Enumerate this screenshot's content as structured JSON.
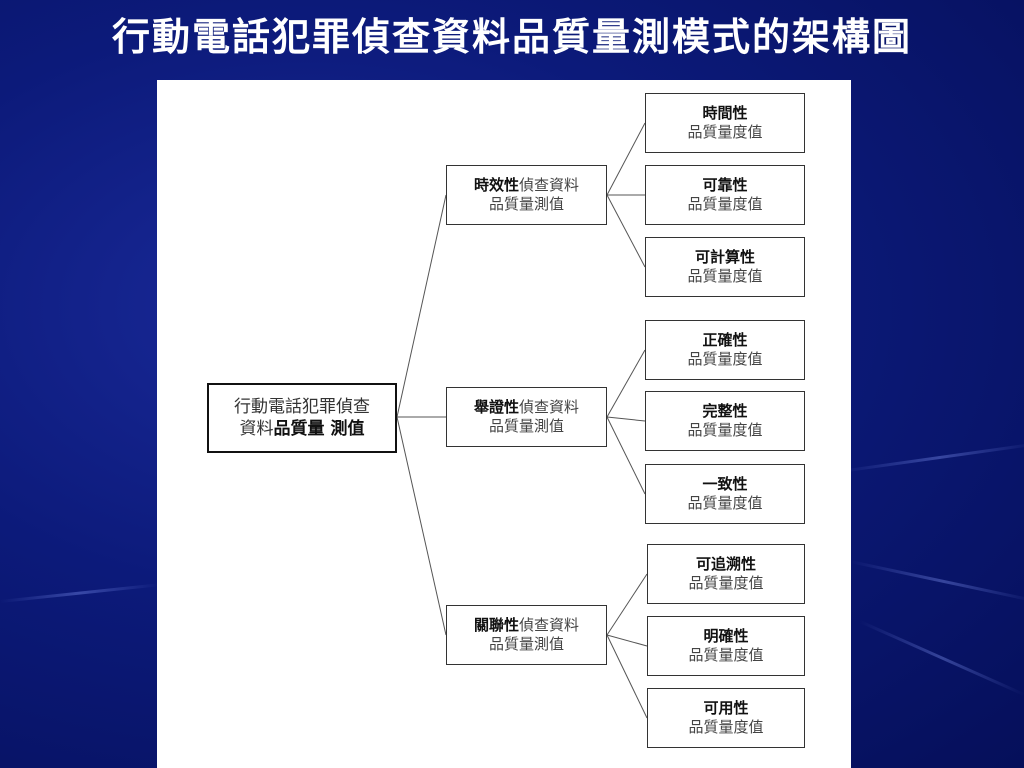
{
  "slide": {
    "title": "行動電話犯罪偵查資料品質量測模式的架構圖"
  },
  "diagram": {
    "root": {
      "line1": "行動電話犯罪偵查",
      "line2_prefix": "資料",
      "line2_strong": "品質量 測值"
    },
    "branches": [
      {
        "name_strong": "時效性",
        "name_rest": "偵查資料",
        "line2": "品質量測值",
        "leaves": [
          {
            "name": "時間性",
            "sub": "品質量度值"
          },
          {
            "name": "可靠性",
            "sub": "品質量度值"
          },
          {
            "name": "可計算性",
            "sub": "品質量度值"
          }
        ]
      },
      {
        "name_strong": "舉證性",
        "name_rest": "偵查資料",
        "line2": "品質量測值",
        "leaves": [
          {
            "name": "正確性",
            "sub": "品質量度值"
          },
          {
            "name": "完整性",
            "sub": "品質量度值"
          },
          {
            "name": "一致性",
            "sub": "品質量度值"
          }
        ]
      },
      {
        "name_strong": "關聯性",
        "name_rest": "偵查資料",
        "line2": "品質量測值",
        "leaves": [
          {
            "name": "可追溯性",
            "sub": "品質量度值"
          },
          {
            "name": "明確性",
            "sub": "品質量度值"
          },
          {
            "name": "可用性",
            "sub": "品質量度值"
          }
        ]
      }
    ]
  },
  "colors": {
    "background": "#0c1a7a",
    "title_text": "#ffffff",
    "panel": "#ffffff",
    "line": "#555555"
  }
}
